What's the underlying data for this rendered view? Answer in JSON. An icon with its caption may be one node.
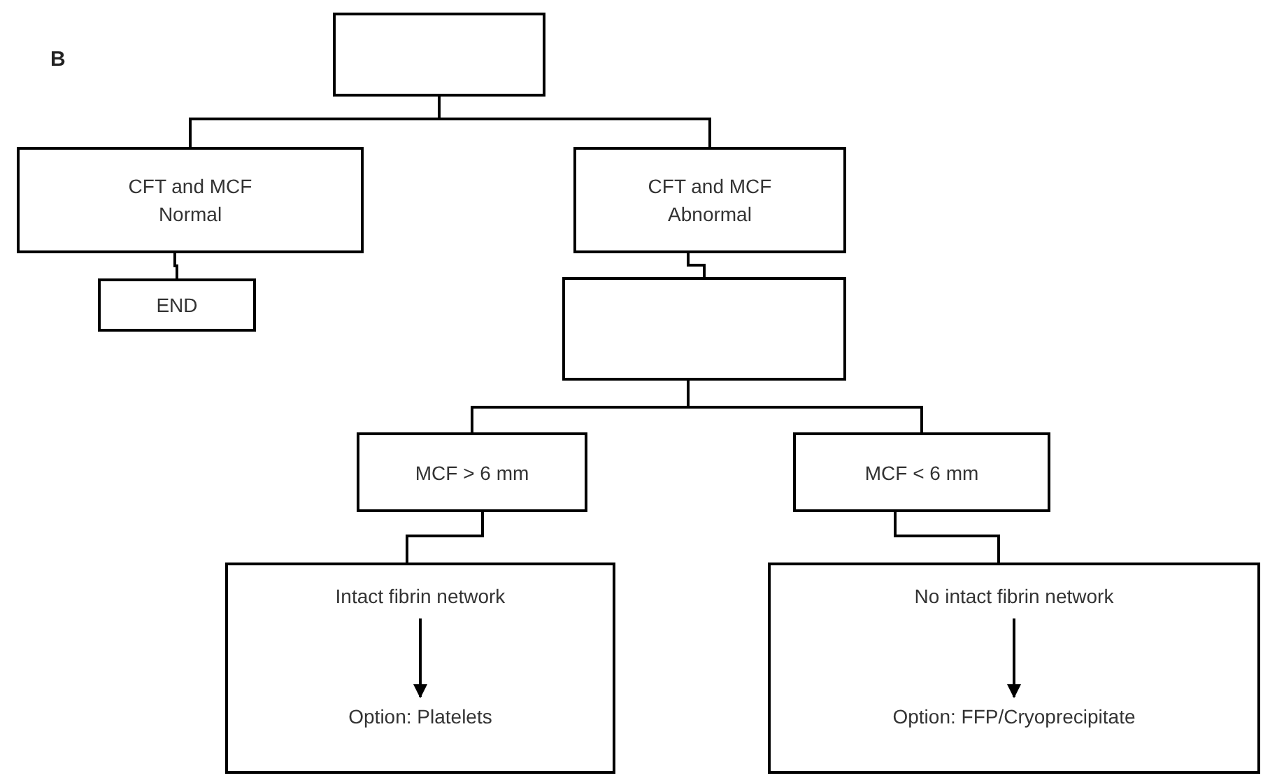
{
  "diagram": {
    "nodes": [
      {
        "text": [],
        "shape": "box"
      },
      {
        "text": [
          "CFT and MCF Normal"
        ]
      },
      {
        "text": [
          "CFT and MCF Abnormal"
        ]
      },
      {
        "text": [
          "END"
        ]
      },
      {
        "text": [],
        "shape": "box"
      },
      {
        "text": [
          "MCF > 6 mm"
        ]
      },
      {
        "text": [
          "MCF < 6 mm"
        ]
      },
      {
        "text": [],
        "shape": "box"
      },
      {
        "text": [
          "Intact fibrin network"
        ],
        "in": 7
      },
      {
        "text": [
          "Option: Platelets"
        ],
        "in": 7
      },
      {
        "text": [],
        "shape": "box"
      },
      {
        "text": [
          "No intact fibrin network"
        ],
        "in": 10
      },
      {
        "text": [
          "Option: FFP/Cryoprecipitate"
        ],
        "in": 10
      }
    ],
    "edges": [
      {
        "from": 0,
        "to": 1,
        "arrow": "none"
      },
      {
        "from": 0,
        "to": 2,
        "arrow": "none"
      },
      {
        "from": 1,
        "to": 3,
        "arrow": "none"
      },
      {
        "from": 2,
        "to": 4,
        "arrow": "none"
      },
      {
        "from": 4,
        "to": 5,
        "arrow": "none"
      },
      {
        "from": 4,
        "to": 6,
        "arrow": "none"
      },
      {
        "from": 5,
        "to": 7,
        "arrow": "none"
      },
      {
        "from": 6,
        "to": 10,
        "arrow": "none"
      },
      {
        "from": 8,
        "to": 9,
        "arrow": "to"
      },
      {
        "from": 11,
        "to": 12,
        "arrow": "to"
      }
    ],
    "labels": [
      "B"
    ]
  }
}
